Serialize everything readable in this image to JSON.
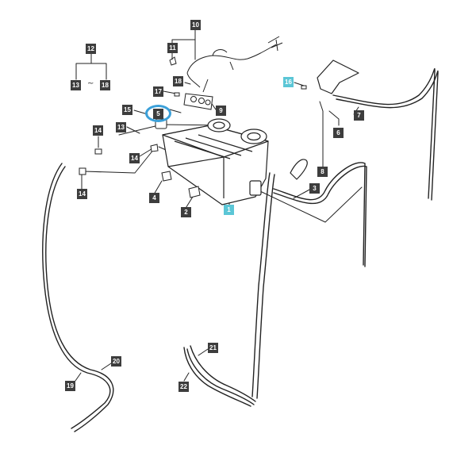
{
  "diagram": {
    "callouts": {
      "c1": "1",
      "c2": "2",
      "c3": "3",
      "c4": "4",
      "c5": "5",
      "c6": "6",
      "c7": "7",
      "c8": "8",
      "c9": "9",
      "c10": "10",
      "c11": "11",
      "c12": "12",
      "c13a": "13",
      "c13b": "13",
      "c14a": "14",
      "c14b": "14",
      "c14c": "14",
      "c15": "15",
      "c16": "16",
      "c17": "17",
      "c18a": "18",
      "c18b": "18",
      "c19": "19",
      "c20": "20",
      "c21": "21",
      "c22": "22"
    },
    "range_separator": "~",
    "colors": {
      "callout": "#3d3d3d",
      "callout_highlight": "#5bc6d6",
      "selection_ring": "#3ba0d9",
      "line": "#222222"
    }
  }
}
